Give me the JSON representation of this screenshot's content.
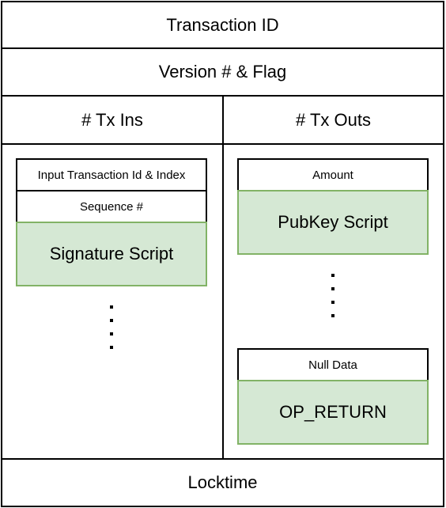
{
  "header": {
    "transaction_id": "Transaction ID",
    "version_flag": "Version # & Flag"
  },
  "inputs": {
    "title": "# Tx Ins",
    "input_txid_index": "Input Transaction Id & Index",
    "sequence": "Sequence #",
    "signature_script": "Signature Script"
  },
  "outputs": {
    "title": "# Tx Outs",
    "amount": "Amount",
    "pubkey_script": "PubKey Script",
    "null_data": "Null Data",
    "op_return": "OP_RETURN"
  },
  "footer": {
    "locktime": "Locktime"
  },
  "colors": {
    "script_fill": "#d5e8d4",
    "script_border": "#82b366",
    "line": "#000000"
  }
}
